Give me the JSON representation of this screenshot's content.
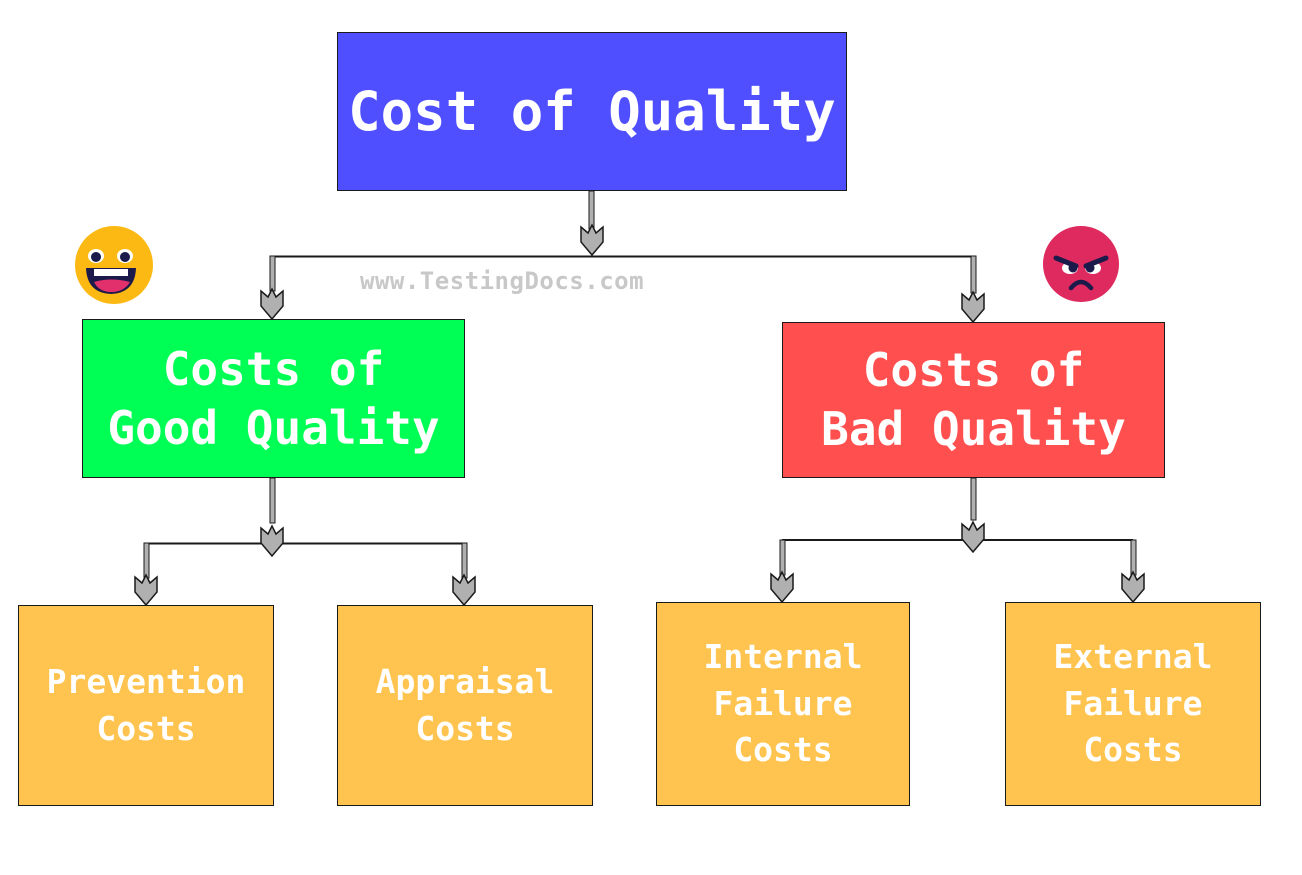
{
  "diagram": {
    "title": "Cost of Quality",
    "watermark": "www.TestingDocs.com",
    "colors": {
      "root": "#4f4fff",
      "good": "#00ff55",
      "bad": "#ff4f4f",
      "leaf": "#ffc34f",
      "arrow_fill": "#b0b0b0",
      "arrow_stroke": "#1a1a1a",
      "watermark": "#c8c8c8"
    },
    "branches": [
      {
        "label": "Costs of\nGood Quality",
        "emoji": "happy-face-icon",
        "children": [
          {
            "label": "Prevention\nCosts"
          },
          {
            "label": "Appraisal\nCosts"
          }
        ]
      },
      {
        "label": "Costs of\nBad Quality",
        "emoji": "angry-face-icon",
        "children": [
          {
            "label": "Internal\nFailure\nCosts"
          },
          {
            "label": "External\nFailure\nCosts"
          }
        ]
      }
    ]
  }
}
